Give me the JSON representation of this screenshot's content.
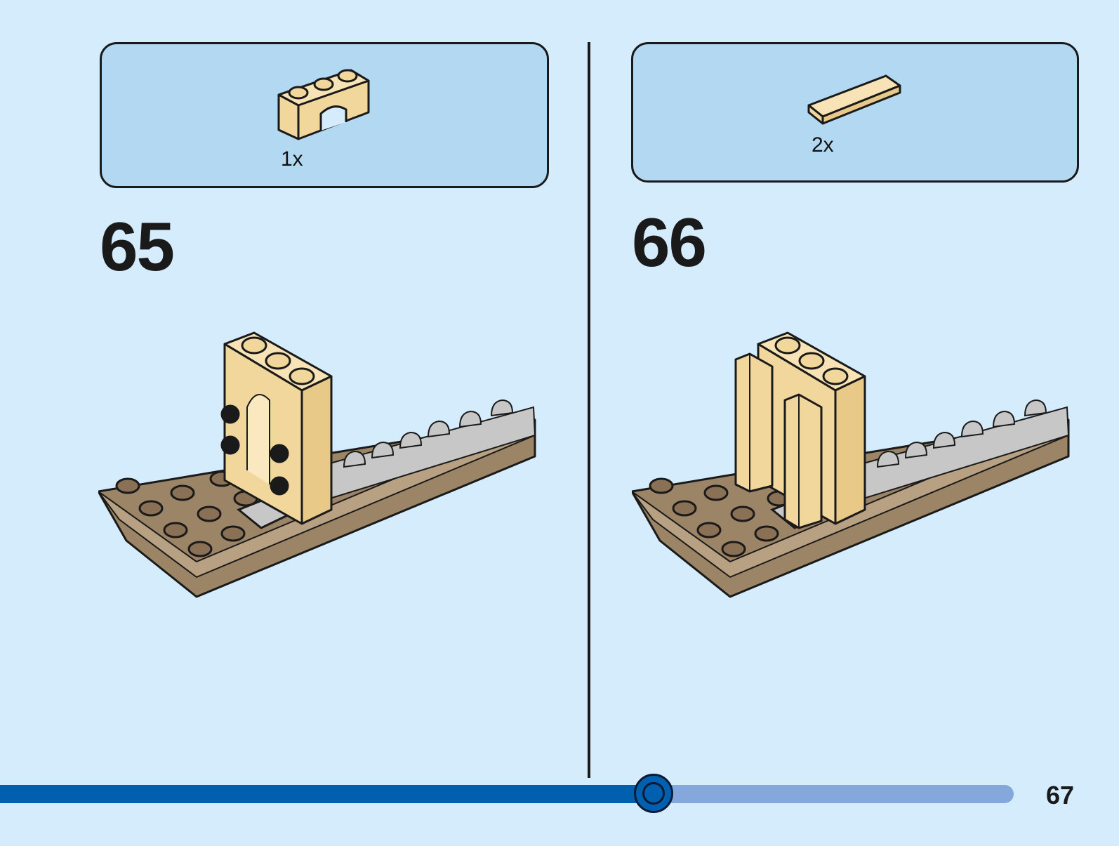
{
  "steps": [
    {
      "number": "65",
      "parts_quantity": "1x"
    },
    {
      "number": "66",
      "parts_quantity": "2x"
    }
  ],
  "page": {
    "number": "67"
  },
  "progress": {
    "fraction": 0.645
  },
  "colors": {
    "background": "#d4ecfc",
    "parts_box": "#b3d9f2",
    "tan": "#f2d79d",
    "dark_tan": "#9c8466",
    "light_gray": "#c7c7c7",
    "progress_fill": "#0060b0",
    "progress_track": "#84a8dc"
  }
}
